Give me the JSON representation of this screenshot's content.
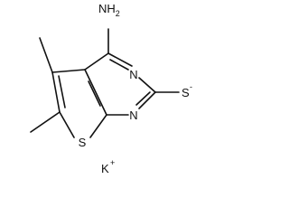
{
  "molecule": {
    "amine": {
      "symbol": "NH",
      "subscript": "2"
    },
    "ring_nitrogen_top": "N",
    "ring_nitrogen_bottom": "N",
    "ring_sulfur": "S",
    "thiolate": {
      "symbol": "S",
      "charge": "-"
    },
    "counter_ion": {
      "symbol": "K",
      "charge": "+"
    }
  }
}
